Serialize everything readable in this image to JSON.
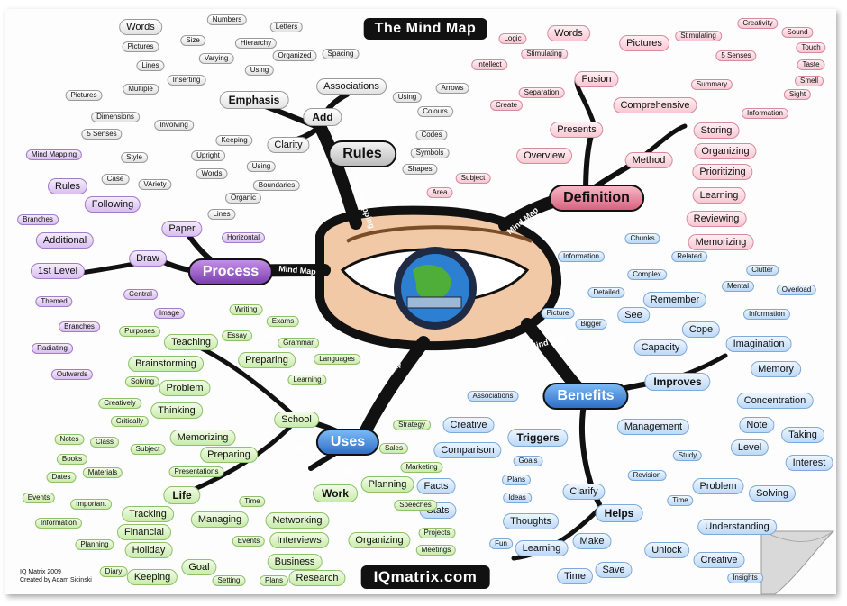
{
  "title": "The Mind Map",
  "website": "IQmatrix.com",
  "credits": [
    "IQ Matrix 2009",
    "Created by Adam Sicinski"
  ],
  "connector_labels": [
    "Mind Mapping",
    "Mind Map",
    "Mind Map",
    "Mind Map",
    "Mind Map",
    "for",
    "for",
    "for",
    "for"
  ],
  "branches": [
    {
      "label": "Rules",
      "color": "gray"
    },
    {
      "label": "Process",
      "color": "purple"
    },
    {
      "label": "Uses",
      "color": "blue"
    },
    {
      "label": "Definition",
      "color": "pink"
    },
    {
      "label": "Benefits",
      "color": "blue"
    }
  ],
  "nodes": [
    {
      "t": "Words",
      "c": "gray",
      "l": 2
    },
    {
      "t": "Size",
      "c": "gray"
    },
    {
      "t": "Pictures",
      "c": "gray"
    },
    {
      "t": "Lines",
      "c": "gray"
    },
    {
      "t": "Varying",
      "c": "gray"
    },
    {
      "t": "Numbers",
      "c": "gray"
    },
    {
      "t": "Letters",
      "c": "gray"
    },
    {
      "t": "Hierarchy",
      "c": "gray"
    },
    {
      "t": "Organized",
      "c": "gray"
    },
    {
      "t": "Spacing",
      "c": "gray"
    },
    {
      "t": "Using",
      "c": "gray"
    },
    {
      "t": "Emphasis",
      "c": "gray",
      "l": 1
    },
    {
      "t": "Inserting",
      "c": "gray"
    },
    {
      "t": "Multiple",
      "c": "gray"
    },
    {
      "t": "Pictures",
      "c": "gray"
    },
    {
      "t": "Dimensions",
      "c": "gray"
    },
    {
      "t": "Involving",
      "c": "gray"
    },
    {
      "t": "5 Senses",
      "c": "gray"
    },
    {
      "t": "Associations",
      "c": "gray",
      "l": 2
    },
    {
      "t": "Add",
      "c": "gray",
      "l": 1
    },
    {
      "t": "Using",
      "c": "gray"
    },
    {
      "t": "Arrows",
      "c": "gray"
    },
    {
      "t": "Colours",
      "c": "gray"
    },
    {
      "t": "Codes",
      "c": "gray"
    },
    {
      "t": "Symbols",
      "c": "gray"
    },
    {
      "t": "Shapes",
      "c": "gray"
    },
    {
      "t": "Keeping",
      "c": "gray"
    },
    {
      "t": "Clarity",
      "c": "gray",
      "l": 2
    },
    {
      "t": "Upright",
      "c": "gray"
    },
    {
      "t": "Style",
      "c": "gray"
    },
    {
      "t": "Words",
      "c": "gray"
    },
    {
      "t": "Using",
      "c": "gray"
    },
    {
      "t": "Case",
      "c": "gray"
    },
    {
      "t": "VAriety",
      "c": "gray"
    },
    {
      "t": "Boundaries",
      "c": "gray"
    },
    {
      "t": "Organic",
      "c": "gray"
    },
    {
      "t": "Lines",
      "c": "gray"
    },
    {
      "t": "Mind Mapping",
      "c": "purple"
    },
    {
      "t": "Rules",
      "c": "purple",
      "l": 2
    },
    {
      "t": "Following",
      "c": "purple",
      "l": 2
    },
    {
      "t": "Branches",
      "c": "purple"
    },
    {
      "t": "Additional",
      "c": "purple",
      "l": 2
    },
    {
      "t": "1st Level",
      "c": "purple",
      "l": 2
    },
    {
      "t": "Themed",
      "c": "purple"
    },
    {
      "t": "Paper",
      "c": "purple",
      "l": 2
    },
    {
      "t": "Horizontal",
      "c": "purple"
    },
    {
      "t": "Draw",
      "c": "purple",
      "l": 2
    },
    {
      "t": "Central",
      "c": "purple"
    },
    {
      "t": "Image",
      "c": "purple"
    },
    {
      "t": "Branches",
      "c": "purple"
    },
    {
      "t": "Radiating",
      "c": "purple"
    },
    {
      "t": "Outwards",
      "c": "purple"
    },
    {
      "t": "Logic",
      "c": "pink"
    },
    {
      "t": "Words",
      "c": "pink",
      "l": 2
    },
    {
      "t": "Intellect",
      "c": "pink"
    },
    {
      "t": "Stimulating",
      "c": "pink"
    },
    {
      "t": "Pictures",
      "c": "pink",
      "l": 2
    },
    {
      "t": "Stimulating",
      "c": "pink"
    },
    {
      "t": "Creativity",
      "c": "pink"
    },
    {
      "t": "Sound",
      "c": "pink"
    },
    {
      "t": "5 Senses",
      "c": "pink"
    },
    {
      "t": "Touch",
      "c": "pink"
    },
    {
      "t": "Taste",
      "c": "pink"
    },
    {
      "t": "Smell",
      "c": "pink"
    },
    {
      "t": "Sight",
      "c": "pink"
    },
    {
      "t": "Fusion",
      "c": "pink",
      "l": 2
    },
    {
      "t": "Summary",
      "c": "pink"
    },
    {
      "t": "Comprehensive",
      "c": "pink",
      "l": 2
    },
    {
      "t": "Information",
      "c": "pink"
    },
    {
      "t": "Presents",
      "c": "pink",
      "l": 2
    },
    {
      "t": "Separation",
      "c": "pink"
    },
    {
      "t": "Create",
      "c": "pink"
    },
    {
      "t": "Overview",
      "c": "pink",
      "l": 2
    },
    {
      "t": "Subject",
      "c": "pink"
    },
    {
      "t": "Area",
      "c": "pink"
    },
    {
      "t": "Method",
      "c": "pink",
      "l": 2
    },
    {
      "t": "Storing",
      "c": "pink",
      "l": 2
    },
    {
      "t": "Organizing",
      "c": "pink",
      "l": 2
    },
    {
      "t": "Prioritizing",
      "c": "pink",
      "l": 2
    },
    {
      "t": "Learning",
      "c": "pink",
      "l": 2
    },
    {
      "t": "Reviewing",
      "c": "pink",
      "l": 2
    },
    {
      "t": "Memorizing",
      "c": "pink",
      "l": 2
    },
    {
      "t": "Chunks",
      "c": "blue"
    },
    {
      "t": "Related",
      "c": "blue"
    },
    {
      "t": "Information",
      "c": "blue"
    },
    {
      "t": "Complex",
      "c": "blue"
    },
    {
      "t": "Detailed",
      "c": "blue"
    },
    {
      "t": "Remember",
      "c": "blue",
      "l": 2
    },
    {
      "t": "Clutter",
      "c": "blue"
    },
    {
      "t": "Mental",
      "c": "blue"
    },
    {
      "t": "Overload",
      "c": "blue"
    },
    {
      "t": "Picture",
      "c": "blue"
    },
    {
      "t": "Bigger",
      "c": "blue"
    },
    {
      "t": "See",
      "c": "blue",
      "l": 2
    },
    {
      "t": "Cope",
      "c": "blue",
      "l": 2
    },
    {
      "t": "Information",
      "c": "blue"
    },
    {
      "t": "Capacity",
      "c": "blue",
      "l": 2
    },
    {
      "t": "Imagination",
      "c": "blue",
      "l": 2
    },
    {
      "t": "Memory",
      "c": "blue",
      "l": 2
    },
    {
      "t": "Improves",
      "c": "blue",
      "l": 1
    },
    {
      "t": "Concentration",
      "c": "blue",
      "l": 2
    },
    {
      "t": "Note",
      "c": "blue",
      "l": 2
    },
    {
      "t": "Taking",
      "c": "blue",
      "l": 2
    },
    {
      "t": "Level",
      "c": "blue",
      "l": 2
    },
    {
      "t": "Interest",
      "c": "blue",
      "l": 2
    },
    {
      "t": "Management",
      "c": "blue",
      "l": 2
    },
    {
      "t": "Study",
      "c": "blue"
    },
    {
      "t": "Revision",
      "c": "blue"
    },
    {
      "t": "Time",
      "c": "blue"
    },
    {
      "t": "Problem",
      "c": "blue",
      "l": 2
    },
    {
      "t": "Solving",
      "c": "blue",
      "l": 2
    },
    {
      "t": "Associations",
      "c": "blue"
    },
    {
      "t": "Creative",
      "c": "blue",
      "l": 2
    },
    {
      "t": "Triggers",
      "c": "blue",
      "l": 1
    },
    {
      "t": "Comparison",
      "c": "blue",
      "l": 2
    },
    {
      "t": "Goals",
      "c": "blue"
    },
    {
      "t": "Plans",
      "c": "blue"
    },
    {
      "t": "Facts",
      "c": "blue",
      "l": 2
    },
    {
      "t": "Ideas",
      "c": "blue"
    },
    {
      "t": "Clarify",
      "c": "blue",
      "l": 2
    },
    {
      "t": "Stats",
      "c": "blue",
      "l": 2
    },
    {
      "t": "Thoughts",
      "c": "blue",
      "l": 2
    },
    {
      "t": "Helps",
      "c": "blue",
      "l": 1
    },
    {
      "t": "Fun",
      "c": "blue"
    },
    {
      "t": "Learning",
      "c": "blue",
      "l": 2
    },
    {
      "t": "Make",
      "c": "blue",
      "l": 2
    },
    {
      "t": "Time",
      "c": "blue",
      "l": 2
    },
    {
      "t": "Save",
      "c": "blue",
      "l": 2
    },
    {
      "t": "Unlock",
      "c": "blue",
      "l": 2
    },
    {
      "t": "Understanding",
      "c": "blue",
      "l": 2
    },
    {
      "t": "Creative",
      "c": "blue",
      "l": 2
    },
    {
      "t": "Insights",
      "c": "blue"
    },
    {
      "t": "Purposes",
      "c": "green"
    },
    {
      "t": "Teaching",
      "c": "green",
      "l": 2
    },
    {
      "t": "Writing",
      "c": "green"
    },
    {
      "t": "Essay",
      "c": "green"
    },
    {
      "t": "Exams",
      "c": "green"
    },
    {
      "t": "Grammar",
      "c": "green"
    },
    {
      "t": "Preparing",
      "c": "green",
      "l": 2
    },
    {
      "t": "Languages",
      "c": "green"
    },
    {
      "t": "Learning",
      "c": "green"
    },
    {
      "t": "Brainstorming",
      "c": "green",
      "l": 2
    },
    {
      "t": "Solving",
      "c": "green"
    },
    {
      "t": "Problem",
      "c": "green",
      "l": 2
    },
    {
      "t": "Creatively",
      "c": "green"
    },
    {
      "t": "Thinking",
      "c": "green",
      "l": 2
    },
    {
      "t": "Critically",
      "c": "green"
    },
    {
      "t": "School",
      "c": "green",
      "l": 2
    },
    {
      "t": "Notes",
      "c": "green"
    },
    {
      "t": "Class",
      "c": "green"
    },
    {
      "t": "Subject",
      "c": "green"
    },
    {
      "t": "Books",
      "c": "green"
    },
    {
      "t": "Materials",
      "c": "green"
    },
    {
      "t": "Memorizing",
      "c": "green",
      "l": 2
    },
    {
      "t": "Preparing",
      "c": "green",
      "l": 2
    },
    {
      "t": "Presentations",
      "c": "green"
    },
    {
      "t": "Dates",
      "c": "green"
    },
    {
      "t": "Events",
      "c": "green"
    },
    {
      "t": "Important",
      "c": "green"
    },
    {
      "t": "Information",
      "c": "green"
    },
    {
      "t": "Tracking",
      "c": "green",
      "l": 2
    },
    {
      "t": "Life",
      "c": "green",
      "l": 1
    },
    {
      "t": "Time",
      "c": "green"
    },
    {
      "t": "Managing",
      "c": "green",
      "l": 2
    },
    {
      "t": "Financial",
      "c": "green",
      "l": 2
    },
    {
      "t": "Planning",
      "c": "green"
    },
    {
      "t": "Holiday",
      "c": "green",
      "l": 2
    },
    {
      "t": "Events",
      "c": "green"
    },
    {
      "t": "Goal",
      "c": "green",
      "l": 2
    },
    {
      "t": "Diary",
      "c": "green"
    },
    {
      "t": "Keeping",
      "c": "green",
      "l": 2
    },
    {
      "t": "Setting",
      "c": "green"
    },
    {
      "t": "Strategy",
      "c": "green"
    },
    {
      "t": "Sales",
      "c": "green"
    },
    {
      "t": "Marketing",
      "c": "green"
    },
    {
      "t": "Planning",
      "c": "green",
      "l": 2
    },
    {
      "t": "Speeches",
      "c": "green"
    },
    {
      "t": "Work",
      "c": "green",
      "l": 1
    },
    {
      "t": "Networking",
      "c": "green",
      "l": 2
    },
    {
      "t": "Interviews",
      "c": "green",
      "l": 2
    },
    {
      "t": "Organizing",
      "c": "green",
      "l": 2
    },
    {
      "t": "Projects",
      "c": "green"
    },
    {
      "t": "Meetings",
      "c": "green"
    },
    {
      "t": "Business",
      "c": "green",
      "l": 2
    },
    {
      "t": "Plans",
      "c": "green"
    },
    {
      "t": "Research",
      "c": "green",
      "l": 2
    }
  ]
}
